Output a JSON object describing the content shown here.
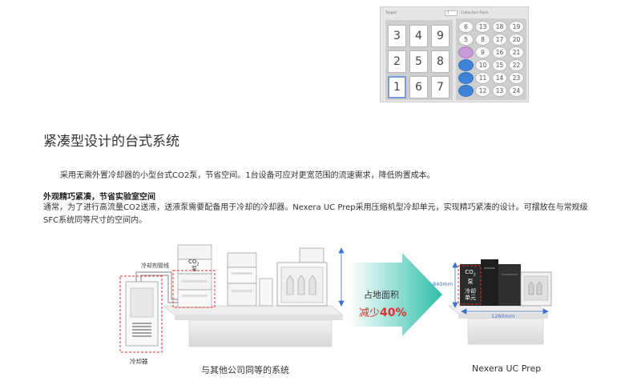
{
  "rack": {
    "header_left": "Target",
    "header_select": "1",
    "header_right": "Collection Rack",
    "slots": [
      "3",
      "4",
      "9",
      "2",
      "5",
      "8",
      "1",
      "6",
      "7"
    ],
    "selected_slot": "1",
    "vial_rows": [
      [
        "6",
        "13",
        "18",
        "19"
      ],
      [
        "5",
        "8",
        "17",
        "20"
      ],
      [
        "",
        "9",
        "16",
        "21"
      ],
      [
        "",
        "10",
        "15",
        "22"
      ],
      [
        "",
        "11",
        "14",
        "23"
      ],
      [
        "",
        "12",
        "13",
        "24"
      ]
    ],
    "vial_colors": {
      "blue": "#3d82d6",
      "purple": "#c89ad8"
    }
  },
  "section": {
    "title": "紧凑型设计的台式系统",
    "intro": "采用无需外置冷却器的小型台式CO2泵，节省空间。1台设备可应对更宽范围的流速需求，降低购置成本。",
    "feature_title": "外观精巧紧凑，节省实验室空间",
    "feature_body_1": "通常，为了进行高流量CO2送液，送液泵需要配备用于冷却的冷却器。Nexera UC Prep采用压缩机型冷却单元，实现精巧紧凑的设计。可摆放在与常规级",
    "feature_body_2": "SFC系统同等尺寸的空间内。"
  },
  "illustration": {
    "coolant_line_label": "冷却剂管线",
    "co2_pump_label_1": "CO",
    "co2_pump_label_2": "2",
    "co2_pump_label_3": "泵",
    "chiller_label": "冷却器",
    "left_caption": "与其他公司同等的系统",
    "arrow_line1": "占地面积",
    "arrow_line2_prefix": "减少",
    "arrow_line2_value": "40%",
    "right_co2_1": "CO",
    "right_co2_2": "2",
    "right_co2_3": "泵",
    "right_cool_1": "冷却",
    "right_cool_2": "单元",
    "height_dim": "840mm",
    "width_dim": "1260mm",
    "right_caption": "Nexera UC Prep",
    "colors": {
      "accent_red": "#e03030",
      "arrow_teal": "#2dbfa8",
      "dim_blue": "#3f72c8"
    }
  }
}
